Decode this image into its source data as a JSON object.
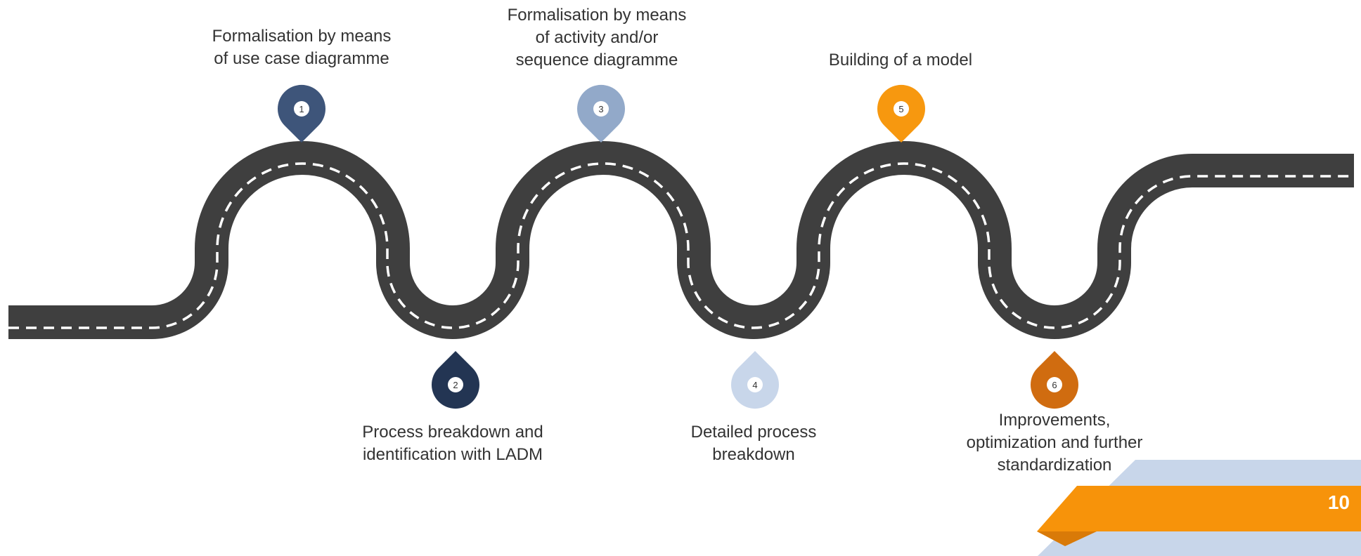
{
  "colors": {
    "road": "#3f3f3f",
    "road_dash": "#ffffff",
    "accent_orange": "#f7930a",
    "accent_orange_dark": "#d97a08",
    "accent_light_blue": "#c8d6ea"
  },
  "steps": [
    {
      "number": "1",
      "label": "Formalisation by means\nof use case diagramme",
      "color": "#3e557a"
    },
    {
      "number": "2",
      "label": "Process breakdown and\nidentification with LADM",
      "color": "#233553"
    },
    {
      "number": "3",
      "label": "Formalisation by means\nof activity and/or\nsequence diagramme",
      "color": "#92a9c9"
    },
    {
      "number": "4",
      "label": "Detailed process\nbreakdown",
      "color": "#c8d6ea"
    },
    {
      "number": "5",
      "label": "Building of a model",
      "color": "#f7980f"
    },
    {
      "number": "6",
      "label": "Improvements,\noptimization and further\nstandardization",
      "color": "#d06c10"
    }
  ],
  "page": {
    "number": "10"
  }
}
